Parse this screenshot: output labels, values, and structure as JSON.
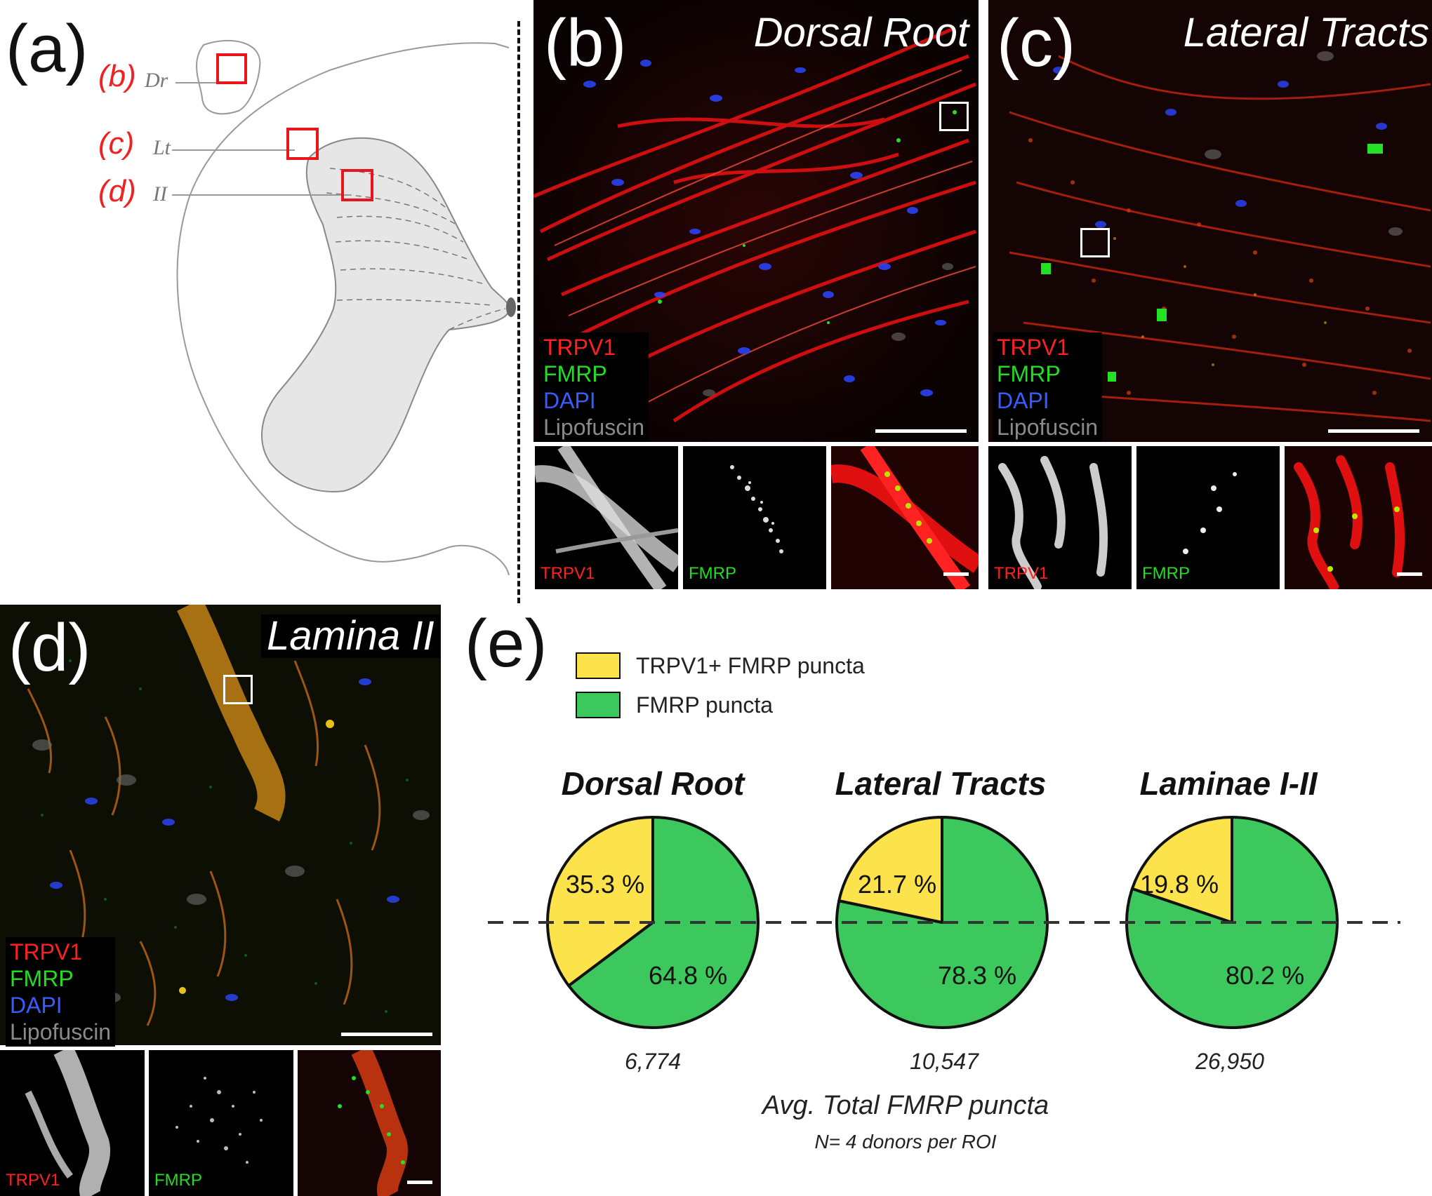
{
  "panels": {
    "a": {
      "label": "(a)",
      "markers": [
        {
          "letter": "(b)",
          "abbr": "Dr"
        },
        {
          "letter": "(c)",
          "abbr": "Lt"
        },
        {
          "letter": "(d)",
          "abbr": "II"
        }
      ]
    },
    "b": {
      "label": "(b)",
      "title": "Dorsal Root",
      "legend": [
        "TRPV1",
        "FMRP",
        "DAPI",
        "Lipofuscin"
      ],
      "insets": [
        "TRPV1",
        "FMRP",
        ""
      ]
    },
    "c": {
      "label": "(c)",
      "title": "Lateral Tracts",
      "legend": [
        "TRPV1",
        "FMRP",
        "DAPI",
        "Lipofuscin"
      ],
      "insets": [
        "TRPV1",
        "FMRP",
        ""
      ]
    },
    "d": {
      "label": "(d)",
      "title": "Lamina II",
      "legend": [
        "TRPV1",
        "FMRP",
        "DAPI",
        "Lipofuscin"
      ],
      "insets": [
        "TRPV1",
        "FMRP",
        ""
      ]
    },
    "e": {
      "label": "(e)",
      "caption": "Avg. Total FMRP puncta",
      "subcaption": "N= 4 donors per ROI"
    }
  },
  "colors": {
    "trpv1": "#ff2020",
    "fmrp": "#22dd22",
    "dapi": "#2a4bff",
    "lipofuscin": "#8a8a8a",
    "pie_yellow": "#fde34b",
    "pie_green": "#3cc85c",
    "roi_red": "#e8161b"
  },
  "chart_data": {
    "type": "pie",
    "legend_position": "top-left",
    "series_labels": [
      "TRPV1+ FMRP puncta",
      "FMRP puncta"
    ],
    "pies": [
      {
        "title": "Dorsal Root",
        "values": [
          35.3,
          64.8
        ],
        "labels": [
          "35.3 %",
          "64.8 %"
        ],
        "total": "6,774"
      },
      {
        "title": "Lateral Tracts",
        "values": [
          21.7,
          78.3
        ],
        "labels": [
          "21.7 %",
          "78.3 %"
        ],
        "total": "10,547"
      },
      {
        "title": "Laminae I-II",
        "values": [
          19.8,
          80.2
        ],
        "labels": [
          "19.8 %",
          "80.2 %"
        ],
        "total": "26,950"
      }
    ]
  }
}
